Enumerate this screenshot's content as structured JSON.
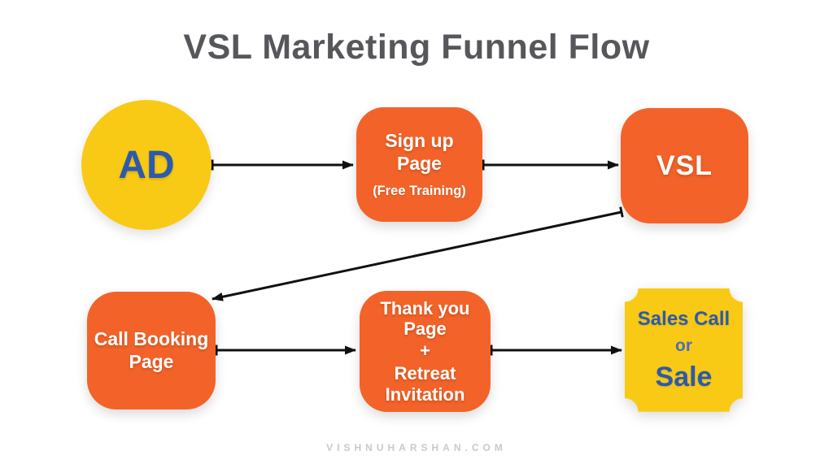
{
  "title": "VSL Marketing Funnel Flow",
  "watermark": "VISHNUHARSHAN.COM",
  "colors": {
    "orange": "#F36329",
    "yellow": "#F9CA15",
    "blue": "#2D5AAA",
    "blue_light": "#4A6FB5",
    "title_gray": "#56575A",
    "arrow_black": "#111111",
    "watermark_gray": "#C9C9C9",
    "background": "#FFFFFF"
  },
  "nodes": {
    "ad": {
      "label": "AD",
      "shape": "circle"
    },
    "signup": {
      "title": "Sign up Page",
      "subtitle": "(Free Training)",
      "shape": "rounded-rect"
    },
    "vsl": {
      "label": "VSL",
      "shape": "rounded-rect"
    },
    "call_booking": {
      "title": "Call Booking Page",
      "shape": "rounded-rect"
    },
    "thank_you": {
      "title": "Thank you Page",
      "plus": "+",
      "subtitle": "Retreat Invitation",
      "shape": "rounded-rect"
    },
    "sale": {
      "line1": "Sales Call",
      "line2": "or",
      "line3": "Sale",
      "shape": "notched-rect"
    }
  },
  "edges": [
    {
      "from": "ad",
      "to": "signup"
    },
    {
      "from": "signup",
      "to": "vsl"
    },
    {
      "from": "vsl",
      "to": "call_booking"
    },
    {
      "from": "call_booking",
      "to": "thank_you"
    },
    {
      "from": "thank_you",
      "to": "sale"
    }
  ]
}
